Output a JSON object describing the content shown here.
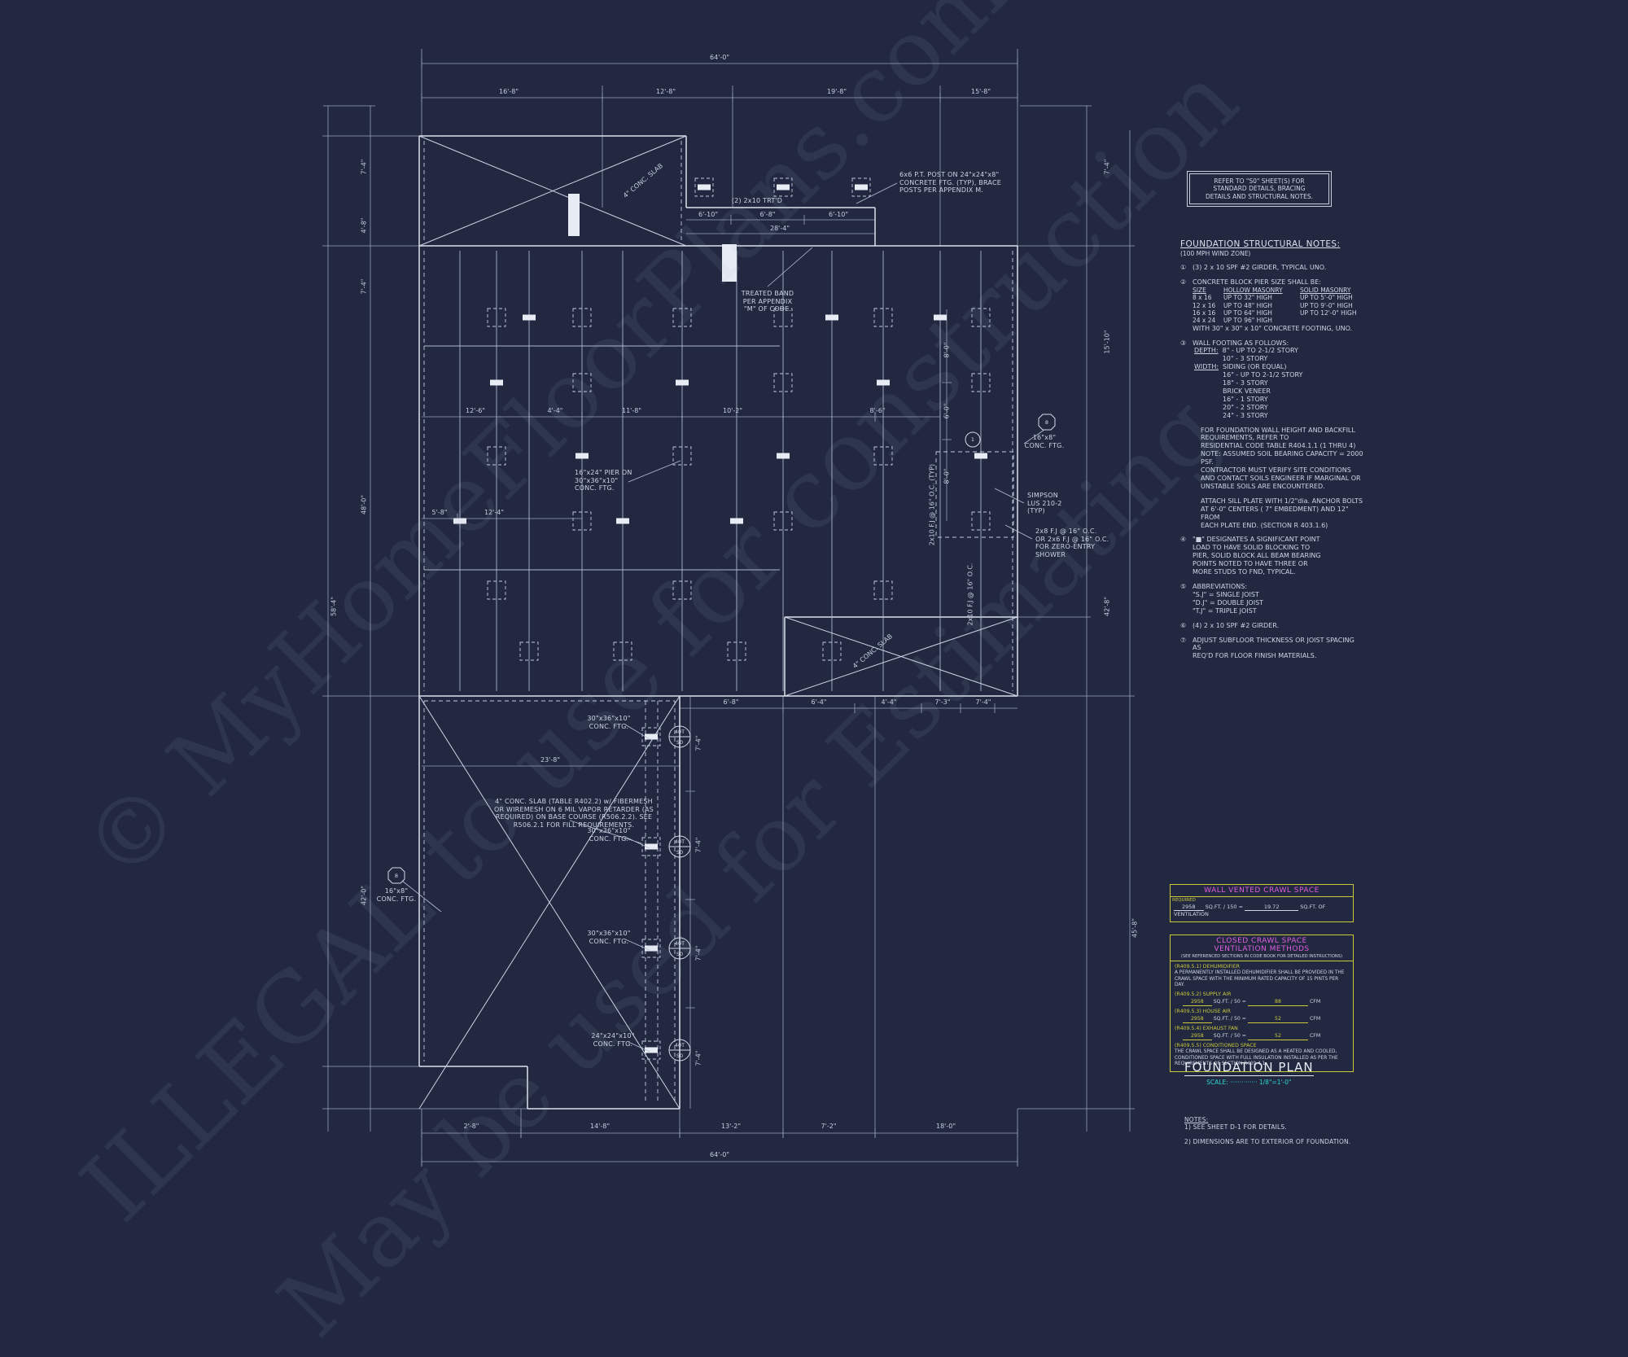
{
  "colors": {
    "background": "#212840",
    "linework": "#dbe1ec",
    "cyan": "#2fd3d3",
    "magenta": "#df5fdf",
    "yellow": "#cbc93a"
  },
  "refer_note": "REFER TO \"S0\"  SHEET(S) FOR\nSTANDARD DETAILS, BRACING\nDETAILS AND STRUCTURAL NOTES.",
  "structural_notes": {
    "title": "FOUNDATION STRUCTURAL NOTES:",
    "subtitle": "(100 MPH WIND ZONE)",
    "n1_num": "①",
    "n1": "(3) 2 x 10 SPF #2 GIRDER, TYPICAL UNO.",
    "n2_num": "②",
    "n2_intro": "CONCRETE BLOCK PIER SIZE SHALL BE:",
    "n2_cols": {
      "size": "SIZE",
      "hollow": "HOLLOW MASONRY",
      "solid": "SOLID MASONRY"
    },
    "n2_rows": [
      {
        "size": "8 x 16",
        "hollow": "UP TO 32\" HIGH",
        "solid": "UP TO 5'-0\" HIGH"
      },
      {
        "size": "12 x 16",
        "hollow": "UP TO 48\" HIGH",
        "solid": "UP TO 9'-0\" HIGH"
      },
      {
        "size": "16 x 16",
        "hollow": "UP TO 64\" HIGH",
        "solid": "UP TO 12'-0\" HIGH"
      },
      {
        "size": "24 x 24",
        "hollow": "UP TO 96\" HIGH",
        "solid": ""
      }
    ],
    "n2_footer": "WITH 30\" x 30\" x 10\" CONCRETE FOOTING, UNO.",
    "n3_num": "③",
    "n3_intro": "WALL FOOTING AS FOLLOWS:",
    "n3_depth_label": "DEPTH:",
    "n3_depth": "8\" - UP TO 2-1/2 STORY\n10\" - 3 STORY",
    "n3_width_label": "WIDTH:",
    "n3_width": "SIDING (OR EQUAL)\n16\" - UP TO 2-1/2 STORY\n18\" - 3 STORY\nBRICK VENEER\n16\" - 1 STORY\n20\" - 2 STORY\n24\" - 3 STORY",
    "n3_para1": "FOR FOUNDATION WALL HEIGHT AND BACKFILL\nREQUIREMENTS, REFER TO\nRESIDENTIAL CODE TABLE R404.1.1 (1 THRU 4)\nNOTE: ASSUMED SOIL BEARING CAPACITY = 2000 PSF.\nCONTRACTOR MUST VERIFY SITE CONDITIONS\nAND CONTACT SOILS ENGINEER IF MARGINAL OR\nUNSTABLE SOILS ARE ENCOUNTERED.",
    "n3_para2": "ATTACH SILL PLATE WITH 1/2\"dia. ANCHOR BOLTS\nAT 6'-0\" CENTERS ( 7\" EMBEDMENT) AND 12\" FROM\nEACH PLATE END. (SECTION R 403.1.6)",
    "n4_num": "④",
    "n4": "\"■\" DESIGNATES A SIGNIFICANT POINT\nLOAD TO HAVE SOLID BLOCKING TO\nPIER, SOLID BLOCK ALL BEAM BEARING\nPOINTS NOTED TO HAVE THREE OR\nMORE STUDS TO FND, TYPICAL.",
    "n5_num": "⑤",
    "n5": "ABBREVIATIONS:\n\"S.J\" = SINGLE JOIST\n\"D.J\" = DOUBLE JOIST\n\"T.J\" = TRIPLE JOIST",
    "n6_num": "⑥",
    "n6": "(4) 2 x 10 SPF #2 GIRDER.",
    "n7_num": "⑦",
    "n7": "ADJUST SUBFLOOR THICKNESS OR JOIST SPACING AS\nREQ'D FOR FLOOR FINISH MATERIALS."
  },
  "crawl": {
    "wall_vented": {
      "header": "WALL VENTED CRAWL SPACE",
      "required_label": "REQUIRED",
      "area": "2958",
      "formula": "SQ.FT. / 150 =",
      "value": "19.72",
      "unit": "SQ.FT. OF VENTILATION"
    },
    "closed": {
      "header1": "CLOSED CRAWL SPACE",
      "header2": "VENTILATION METHODS",
      "subtitle": "(SEE REFERENCED SECTIONS IN CODE BOOK FOR DETAILED INSTRUCTIONS)",
      "r1_ref": "(R409.5.1)",
      "r1_name": "DEHUMIDIFIER",
      "r1_desc": "A PERMANENTLY INSTALLED DEHUMIDIFIER SHALL BE PROVIDED IN THE\nCRAWL SPACE WITH THE MINIMUM RATED CAPACITY OF 15 PINTS PER DAY.",
      "r2_ref": "(R409.5.2)",
      "r2_name": "SUPPLY AIR",
      "r2_area": "2958",
      "r2_formula": "SQ.FT. / 50 =",
      "r2_value": "88",
      "r2_unit": "CFM",
      "r3_ref": "(R409.5.3)",
      "r3_name": "HOUSE AIR",
      "r3_area": "2958",
      "r3_formula": "SQ.FT. / 50 =",
      "r3_value": "52",
      "r3_unit": "CFM",
      "r4_ref": "(R409.5.4)",
      "r4_name": "EXHAUST FAN",
      "r4_area": "2958",
      "r4_formula": "SQ.FT. / 50 =",
      "r4_value": "52",
      "r4_unit": "CFM",
      "r5_ref": "(R409.5.5)",
      "r5_name": "CONDITIONED SPACE",
      "r5_desc": "THE CRAWL SPACE SHALL BE DESIGNED AS A HEATED AND COOLED,\nCONDITIONED SPACE WITH FULL INSULATION INSTALLED AS PER THE\nREQUIREMENTS OF SECTION R409.4.1."
    }
  },
  "title_block": {
    "title": "FOUNDATION PLAN",
    "scale": "SCALE: ·············· 1/8\"=1'-0\"",
    "notes_title": "NOTES:",
    "note1": "1)  SEE SHEET D-1 FOR DETAILS.",
    "note2": "2)  DIMENSIONS ARE TO EXTERIOR OF FOUNDATION."
  },
  "labels": {
    "post_note": "6x6 P.T. POST ON 24\"x24\"x8\"\nCONCRETE FTG. (TYP), BRACE\nPOSTS PER APPENDIX M.",
    "trtd": "(2) 2x10 TRT'D",
    "treated_band": "TREATED BAND\nPER APPENDIX\n\"M\" OF CODE.",
    "pier_note": "16\"x24\" PIER ON\n30\"x36\"x10\"\nCONC. FTG.",
    "simpson": "SIMPSON\nLUS 210-2\n(TYP)",
    "shower_note": "2x8 F.J @ 16\" O.C.\nOR 2x6 F.J @ 16\" O.C.\nFOR ZERO-ENTRY\nSHOWER",
    "fj_typ": "2x10 F.J @ 16\" O.C. (TYP)",
    "fj": "2x10 F.J @ 16\" O.C.",
    "slab_note": "4\" CONC. SLAB (TABLE R402.2) w/ FIBERMESH\nOR WIREMESH ON 6 MIL VAPOR RETARDER (AS\nREQUIRED) ON BASE COURSE (R506.2.2). SEE\nR506.2.1 FOR FILL REQUIREMENTS.",
    "slab_diag": "4\" CONC. SLAB",
    "ftg_30": "30\"x36\"x10\"\nCONC. FTG.",
    "ftg_24": "24\"x24\"x10\"\nCONC. FTG.",
    "ftg_16": "16\"x8\"\nCONC. FTG.",
    "marker_top": "40T",
    "marker_bottom": "S0",
    "octagon": "8",
    "circle1": "1"
  },
  "dims": {
    "top_overall": "64'-0\"",
    "top_segments": [
      "16'-8\"",
      "12'-8\"",
      "19'-8\"",
      "15'-8\""
    ],
    "porch": [
      "6'-10\"",
      "6'-8\"",
      "6'-10\""
    ],
    "porch_overall": "28'-4\"",
    "left": [
      "7'-4\"",
      "4'-8\"",
      "7'-4\"",
      "48'-0\"",
      "58'-4\"",
      "42'-0\""
    ],
    "right": [
      "7'-4\"",
      "15'-10\"",
      "42'-8\"",
      "45'-8\""
    ],
    "mid_row": [
      "12'-6\"",
      "4'-4\"",
      "11'-8\"",
      "10'-2\"",
      "8'-6\""
    ],
    "mid_row2": [
      "5'-8\"",
      "12'-4\""
    ],
    "inner_23": "23'-8\"",
    "right_wing_vert": [
      "8'-0\"",
      "6'-0\"",
      "8'-0\""
    ],
    "bot_mid": [
      "6'-8\"",
      "6'-4\"",
      "4'-4\"",
      "7'-3\"",
      "7'-4\""
    ],
    "pier_col": [
      "7'-4\"",
      "7'-4\"",
      "7'-4\"",
      "7'-4\""
    ],
    "bottom_segments": [
      "2'-8\"",
      "14'-8\"",
      "13'-2\"",
      "7'-2\"",
      "18'-0\""
    ],
    "bottom_overall": "64'-0\""
  },
  "watermark": {
    "line1": "© MyHomeFloorPlans.com",
    "line2": "ILLEGAL to use for construction",
    "line3": "May be used for Estimating"
  }
}
